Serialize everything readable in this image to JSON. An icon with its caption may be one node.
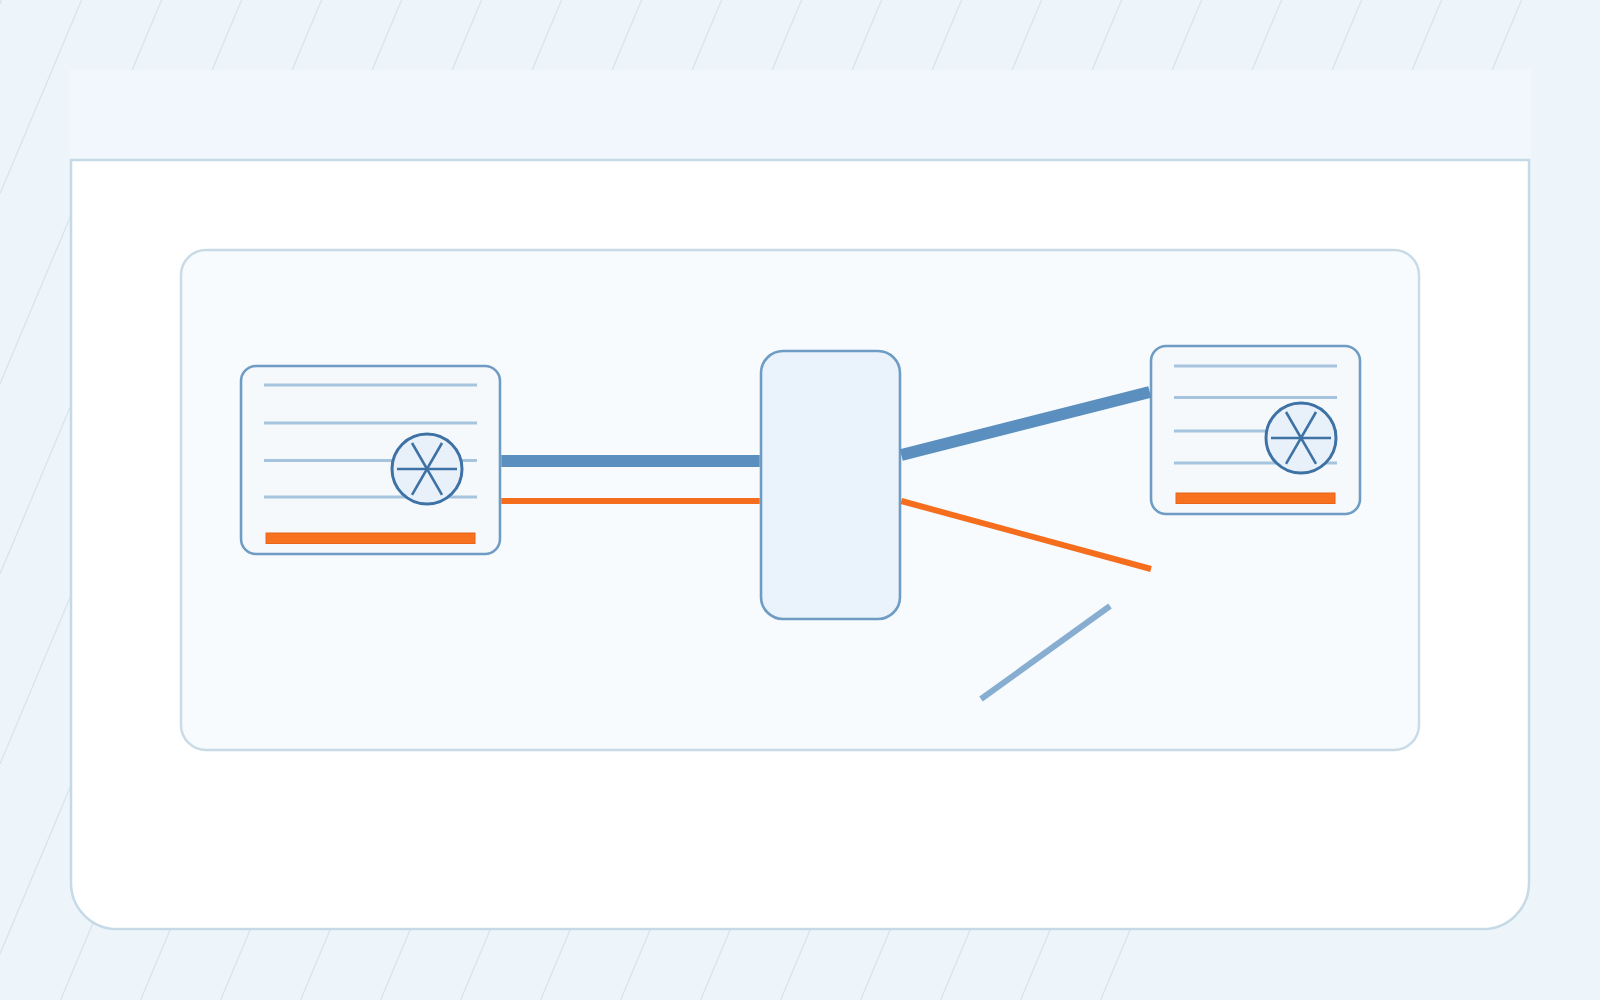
{
  "diagram": {
    "nodes": [
      {
        "text": [],
        "shape": "box"
      },
      {
        "text": [],
        "shape": "box"
      },
      {
        "text": [],
        "shape": "box"
      }
    ],
    "edges": [
      {
        "from": 0,
        "to": 1,
        "arrow": "none",
        "style": "thick",
        "color": "#5b8fbf"
      },
      {
        "from": 0,
        "to": 1,
        "arrow": "none",
        "color": "#f56e1d"
      },
      {
        "from": 1,
        "to": 2,
        "arrow": "none",
        "style": "thick",
        "color": "#5b8fbf"
      },
      {
        "from": 1,
        "to": null,
        "arrow": "none",
        "color": "#f56e1d"
      }
    ]
  }
}
